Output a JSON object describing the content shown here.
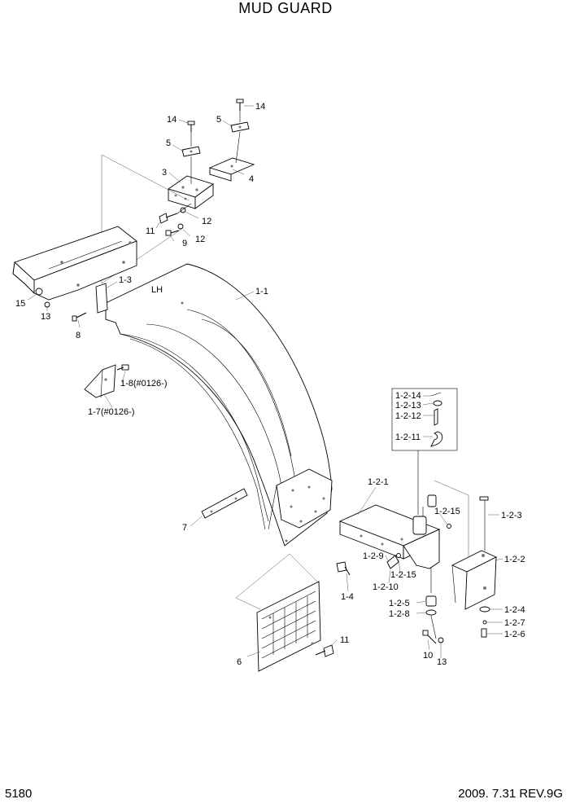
{
  "title": "MUD GUARD",
  "page_number": "5180",
  "revision": "2009. 7.31  REV.9G",
  "side_label": "LH",
  "labels": {
    "l14a": "14",
    "l14b": "14",
    "l5a": "5",
    "l5b": "5",
    "l3": "3",
    "l4": "4",
    "l11a": "11",
    "l12a": "12",
    "l12b": "12",
    "l9": "9",
    "l15": "15",
    "l13a": "13",
    "l8": "8",
    "l1_3": "1-3",
    "l1_1": "1-1",
    "l1_8": "1-8(#0126-)",
    "l1_7": "1-7(#0126-)",
    "l7": "7",
    "l6": "6",
    "l11b": "11",
    "l1_4": "1-4",
    "l1_2_1": "1-2-1",
    "l1_2_9": "1-2-9",
    "l1_2_10": "1-2-10",
    "l1_2_15a": "1-2-15",
    "l1_2_15b": "1-2-15",
    "l1_2_14": "1-2-14",
    "l1_2_13": "1-2-13",
    "l1_2_12": "1-2-12",
    "l1_2_11": "1-2-11",
    "l1_2_3": "1-2-3",
    "l1_2_2": "1-2-2",
    "l1_2_4": "1-2-4",
    "l1_2_7": "1-2-7",
    "l1_2_6": "1-2-6",
    "l1_2_5": "1-2-5",
    "l1_2_8": "1-2-8",
    "l10": "10",
    "l13b": "13"
  }
}
